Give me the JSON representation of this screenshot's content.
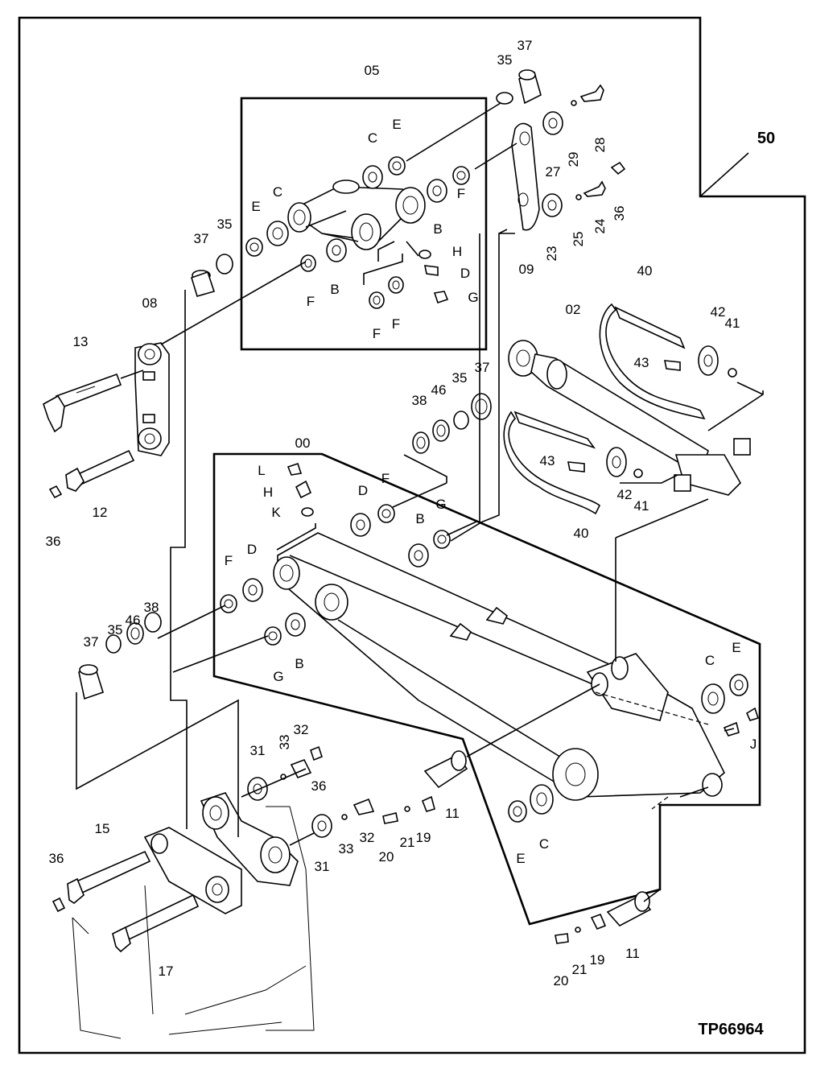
{
  "diagram": {
    "figure_code": "TP66964",
    "group_number": "50",
    "labels": [
      "37",
      "35",
      "05",
      "C",
      "E",
      "29",
      "28",
      "27",
      "E",
      "C",
      "35",
      "E",
      "B",
      "F",
      "36",
      "24",
      "25",
      "23",
      "09",
      "37",
      "H",
      "D",
      "F",
      "B",
      "G",
      "F",
      "F",
      "08",
      "13",
      "40",
      "02",
      "42",
      "41",
      "43",
      "37",
      "35",
      "46",
      "38",
      "00",
      "L",
      "H",
      "K",
      "D",
      "F",
      "43",
      "12",
      "36",
      "B",
      "G",
      "42",
      "41",
      "40",
      "D",
      "F",
      "38",
      "46",
      "35",
      "37",
      "B",
      "G",
      "C",
      "E",
      "J",
      "31",
      "33",
      "32",
      "36",
      "15",
      "31",
      "33",
      "32",
      "20",
      "21",
      "19",
      "11",
      "36",
      "E",
      "C",
      "17",
      "20",
      "21",
      "19",
      "11"
    ]
  }
}
